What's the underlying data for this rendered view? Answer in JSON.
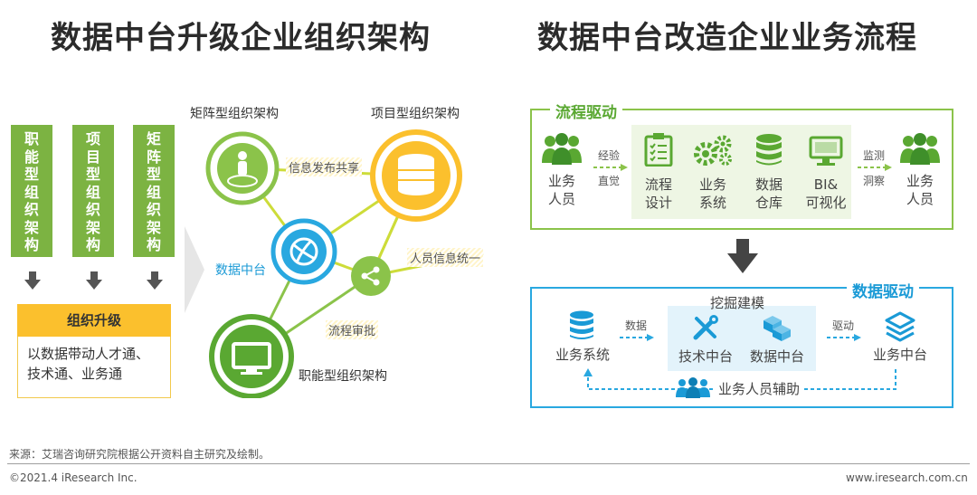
{
  "left": {
    "title": "数据中台升级企业组织架构",
    "bars": [
      {
        "chars": [
          "职",
          "能",
          "型",
          "组",
          "织",
          "架",
          "构"
        ]
      },
      {
        "chars": [
          "项",
          "目",
          "型",
          "组",
          "织",
          "架",
          "构"
        ]
      },
      {
        "chars": [
          "矩",
          "阵",
          "型",
          "组",
          "织",
          "架",
          "构"
        ]
      }
    ],
    "upgrade_title": "组织升级",
    "upgrade_line1": "以数据带动人才通、",
    "upgrade_line2": "技术通、业务通",
    "matrix_label": "矩阵型组织架构",
    "project_label": "项目型组织架构",
    "functional_label": "职能型组织架构",
    "center_label": "数据中台",
    "edge_info": "信息发布共享",
    "edge_people": "人员信息统一",
    "edge_flow": "流程审批"
  },
  "right": {
    "title": "数据中台改造企业业务流程",
    "process": {
      "frame_title": "流程驱动",
      "start_l1": "业务",
      "start_l2": "人员",
      "arrow1_l1": "经验",
      "arrow1_l2": "直觉",
      "s1_l1": "流程",
      "s1_l2": "设计",
      "s2_l1": "业务",
      "s2_l2": "系统",
      "s3_l1": "数据",
      "s3_l2": "仓库",
      "s4_l1": "BI&",
      "s4_l2": "可视化",
      "arrow2_l1": "监测",
      "arrow2_l2": "洞察",
      "end_l1": "业务",
      "end_l2": "人员"
    },
    "data": {
      "frame_title": "数据驱动",
      "mining": "挖掘建模",
      "biz_system": "业务系统",
      "arrow1": "数据",
      "tech_mid": "技术中台",
      "data_mid": "数据中台",
      "arrow2": "驱动",
      "biz_mid": "业务中台",
      "assist": "业务人员辅助"
    }
  },
  "footer": {
    "source": "来源：艾瑞咨询研究院根据公开资料自主研究及绘制。",
    "copyright": "©2021.4 iResearch Inc.",
    "website": "www.iresearch.com.cn"
  },
  "colors": {
    "green": "#7cb342",
    "yellow": "#fbc02d",
    "blue": "#29a8e0",
    "dark": "#333333"
  }
}
